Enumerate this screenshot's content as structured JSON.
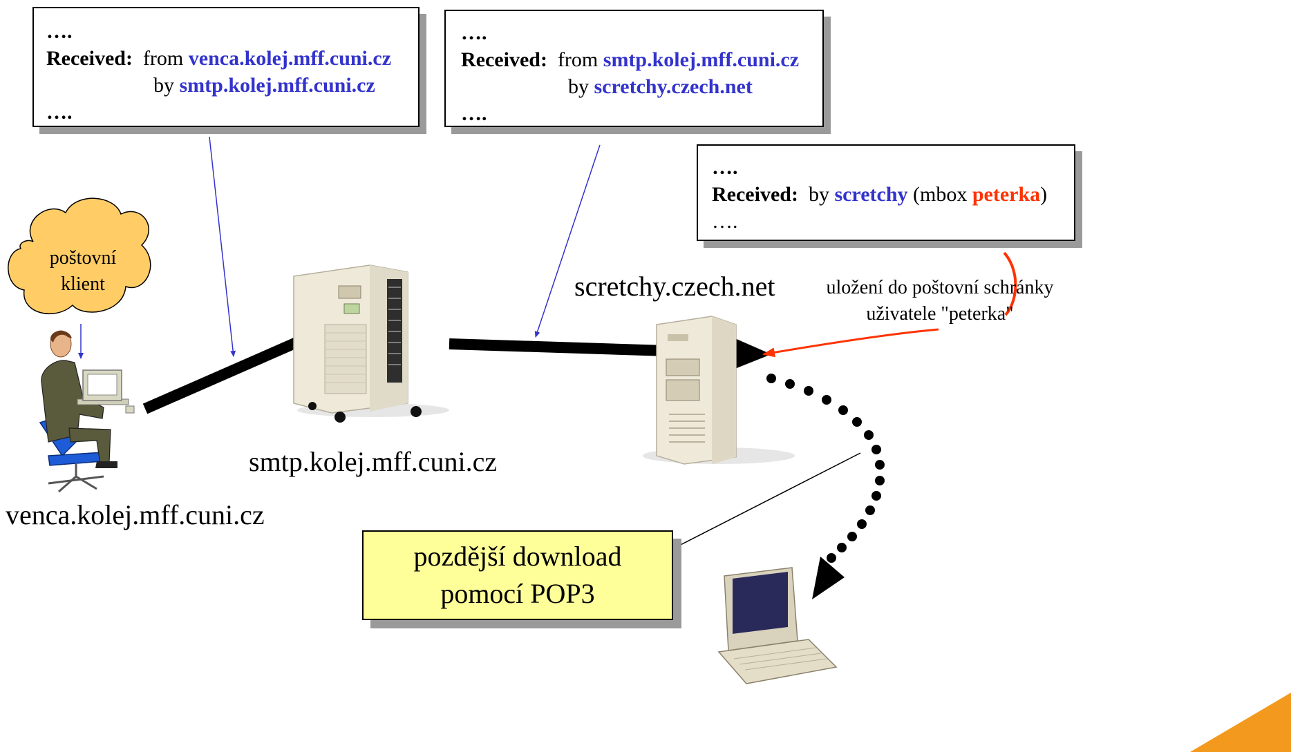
{
  "box1": {
    "dots_top": "….",
    "received_label": "Received:",
    "from_word": "from",
    "from_host": "venca.kolej.mff.cuni.cz",
    "by_word": "by",
    "by_host": "smtp.kolej.mff.cuni.cz",
    "dots_bottom": "…."
  },
  "box2": {
    "dots_top": "….",
    "received_label": "Received:",
    "from_word": "from",
    "from_host": "smtp.kolej.mff.cuni.cz",
    "by_word": "by",
    "by_host": "scretchy.czech.net",
    "dots_bottom": "…."
  },
  "box3": {
    "dots_top": "….",
    "received_label": "Received:",
    "by_word": "by",
    "by_host": "scretchy",
    "mbox_open": "(mbox",
    "mbox_name": "peterka",
    "mbox_close": ")",
    "dots_bottom": "…."
  },
  "cloud": {
    "line1": "poštovní",
    "line2": "klient"
  },
  "labels": {
    "client_host": "venca.kolej.mff.cuni.cz",
    "smtp_host": "smtp.kolej.mff.cuni.cz",
    "scretchy_host": "scretchy.czech.net"
  },
  "note": {
    "line1": "uložení do poštovní schránky",
    "line2": "uživatele \"peterka\""
  },
  "pop3": {
    "line1": "pozdější download",
    "line2": "pomocí POP3"
  },
  "colors": {
    "host_blue": "#3333cc",
    "mbox_red": "#ff3300",
    "cloud_fill": "#ffcc66",
    "pop3_fill": "#ffff99",
    "corner_orange": "#f39a1e"
  }
}
